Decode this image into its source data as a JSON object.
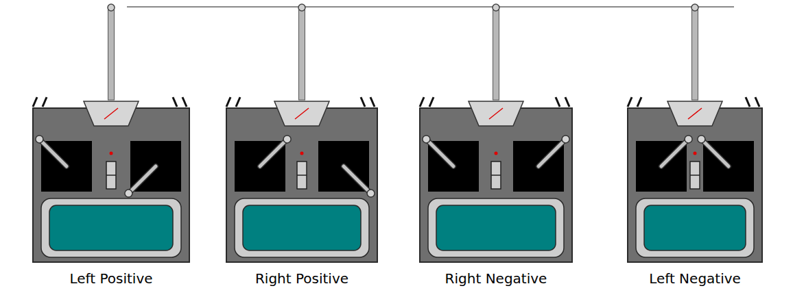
{
  "diagram": {
    "labels": [
      "Left Positive",
      "Right Positive",
      "Right Negative",
      "Left Negative"
    ]
  }
}
